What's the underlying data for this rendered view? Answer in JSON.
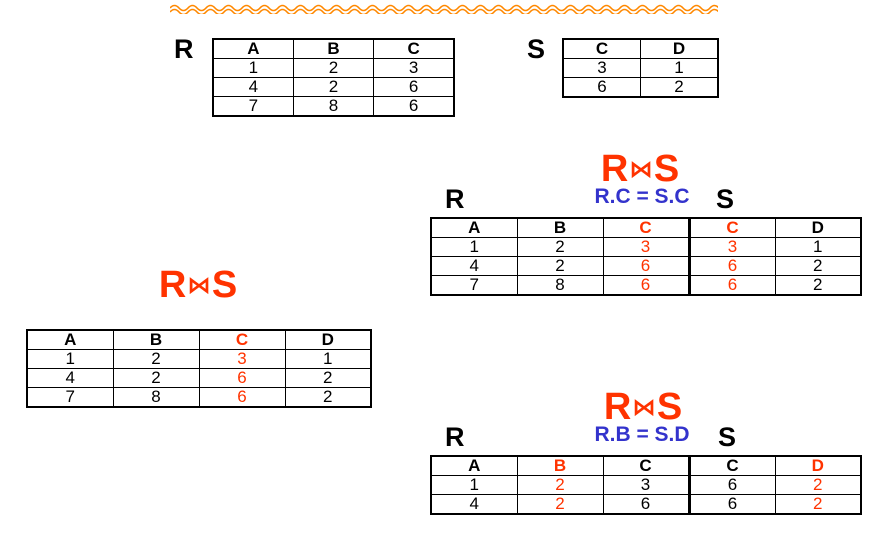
{
  "top": {
    "r_label": "R",
    "s_label": "S",
    "r_table": {
      "headers": [
        "A",
        "B",
        "C"
      ],
      "rows": [
        [
          "1",
          "2",
          "3"
        ],
        [
          "4",
          "2",
          "6"
        ],
        [
          "7",
          "8",
          "6"
        ]
      ]
    },
    "s_table": {
      "headers": [
        "C",
        "D"
      ],
      "rows": [
        [
          "3",
          "1"
        ],
        [
          "6",
          "2"
        ]
      ]
    }
  },
  "theta_join_c": {
    "title_left": "R",
    "title_symbol": "⋈",
    "title_right": "S",
    "condition": "R.C = S.C",
    "r_label": "R",
    "s_label": "S",
    "headers": [
      "A",
      "B",
      "C",
      "C",
      "D"
    ],
    "rows": [
      [
        "1",
        "2",
        "3",
        "3",
        "1"
      ],
      [
        "4",
        "2",
        "6",
        "6",
        "2"
      ],
      [
        "7",
        "8",
        "6",
        "6",
        "2"
      ]
    ]
  },
  "natural_join": {
    "title_left": "R",
    "title_symbol": "⋈",
    "title_right": "S",
    "headers": [
      "A",
      "B",
      "C",
      "D"
    ],
    "rows": [
      [
        "1",
        "2",
        "3",
        "1"
      ],
      [
        "4",
        "2",
        "6",
        "2"
      ],
      [
        "7",
        "8",
        "6",
        "2"
      ]
    ]
  },
  "theta_join_bd": {
    "title_left": "R",
    "title_symbol": "⋈",
    "title_right": "S",
    "condition": "R.B = S.D",
    "r_label": "R",
    "s_label": "S",
    "headers": [
      "A",
      "B",
      "C",
      "C",
      "D"
    ],
    "rows": [
      [
        "1",
        "2",
        "3",
        "6",
        "2"
      ],
      [
        "4",
        "2",
        "6",
        "6",
        "2"
      ]
    ]
  },
  "colors": {
    "highlight": "#ff3300",
    "condition": "#3333cc",
    "underline": "#ff8800"
  }
}
